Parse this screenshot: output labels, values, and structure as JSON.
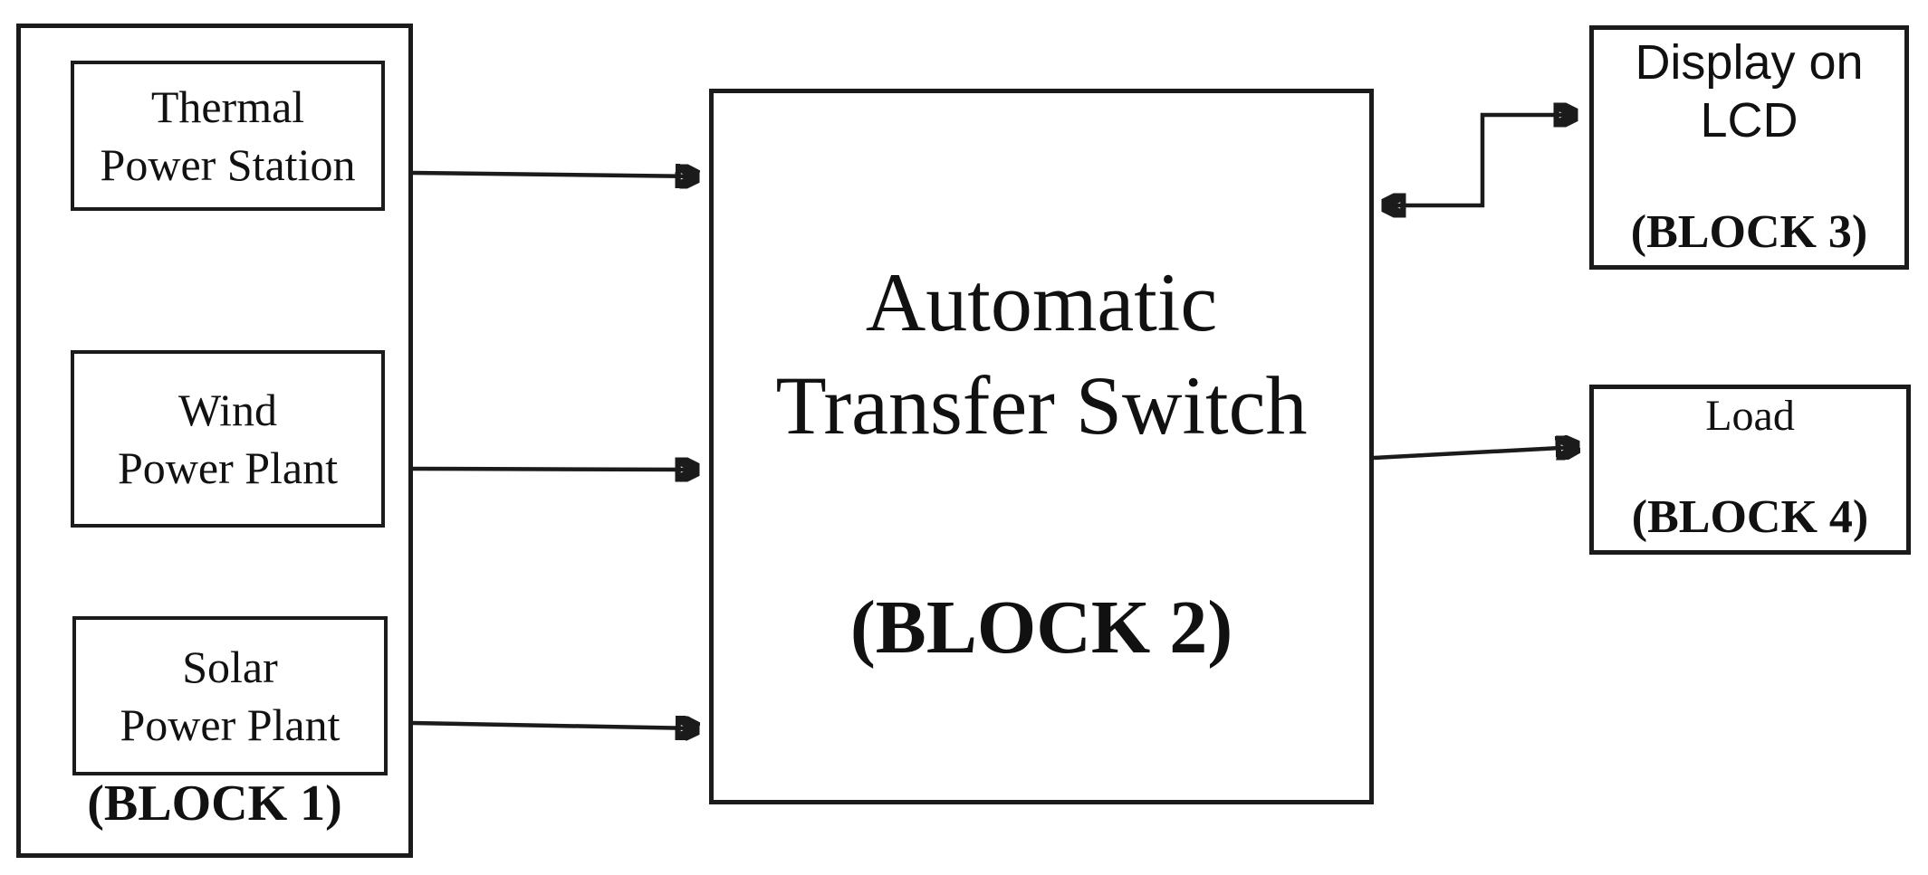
{
  "colors": {
    "background": "#ffffff",
    "line": "#1b1b1b",
    "text": "#111111"
  },
  "block1": {
    "label": "(BLOCK 1)",
    "sources": [
      {
        "lines": [
          "Thermal",
          "Power Station"
        ]
      },
      {
        "lines": [
          "Wind",
          "Power Plant"
        ]
      },
      {
        "lines": [
          "Solar",
          "Power Plant"
        ]
      }
    ]
  },
  "block2": {
    "title_lines": [
      "Automatic",
      "Transfer Switch"
    ],
    "label": "(BLOCK 2)"
  },
  "block3": {
    "title_lines": [
      "Display on",
      "LCD"
    ],
    "label": "(BLOCK 3)"
  },
  "block4": {
    "title": "Load",
    "label": "(BLOCK 4)"
  }
}
